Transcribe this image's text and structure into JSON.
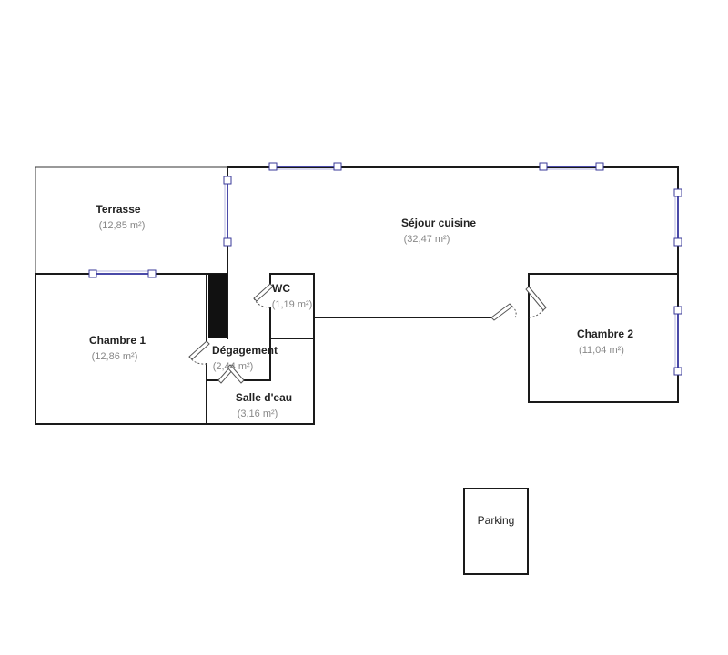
{
  "rooms": [
    {
      "id": "terrasse",
      "name": "Terrasse",
      "area": "(12,85 m²)"
    },
    {
      "id": "sejour",
      "name": "Séjour cuisine",
      "area": "(32,47 m²)"
    },
    {
      "id": "wc",
      "name": "WC",
      "area": "(1,19 m²)"
    },
    {
      "id": "chambre1",
      "name": "Chambre 1",
      "area": "(12,86 m²)"
    },
    {
      "id": "degagement",
      "name": "Dégagement",
      "area": "(2,44 m²)"
    },
    {
      "id": "salle",
      "name": "Salle d'eau",
      "area": "(3,16 m²)"
    },
    {
      "id": "chambre2",
      "name": "Chambre 2",
      "area": "(11,04 m²)"
    }
  ],
  "parking": {
    "label": "Parking"
  },
  "colors": {
    "wall": "#1a1a1a",
    "window": "#3a3a9a",
    "area_text": "#888888"
  }
}
